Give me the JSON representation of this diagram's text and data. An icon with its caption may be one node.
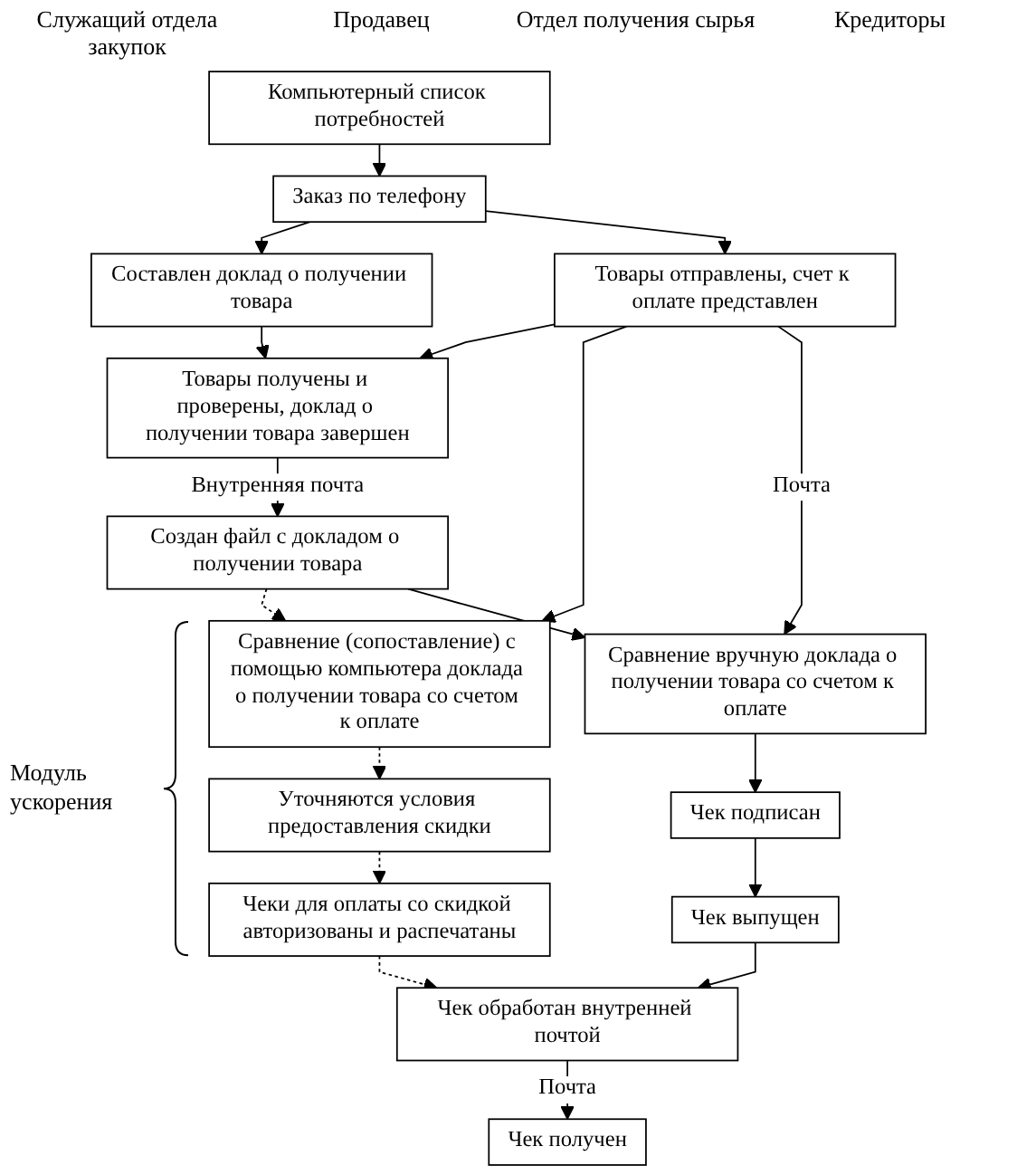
{
  "diagram": {
    "nodes": [
      {
        "text": [
          "Компьютерный список потребностей"
        ]
      },
      {
        "text": [
          "Заказ по телефону"
        ]
      },
      {
        "text": [
          "Составлен доклад о получении товара"
        ]
      },
      {
        "text": [
          "Товары отправлены, счет к оплате представлен"
        ]
      },
      {
        "text": [
          "Товары получены и проверены, доклад о получении товара завершен"
        ]
      },
      {
        "text": [
          "Создан файл с докладом о получении товара"
        ]
      },
      {
        "text": [
          "Сравнение (сопоставление) с помощью компьютера доклада о получении товара со счетом к оплате"
        ]
      },
      {
        "text": [
          "Сравнение вручную доклада о получении товара со счетом к оплате"
        ]
      },
      {
        "text": [
          "Уточняются условия предоставления скидки"
        ]
      },
      {
        "text": [
          "Чек подписан"
        ]
      },
      {
        "text": [
          "Чеки для оплаты со скидкой авторизованы и распечатаны"
        ]
      },
      {
        "text": [
          "Чек выпущен"
        ]
      },
      {
        "text": [
          "Чек обработан внутренней почтой"
        ]
      },
      {
        "text": [
          "Чек получен"
        ]
      }
    ],
    "edges": [
      {
        "from": 0,
        "to": 1,
        "arrow": "to"
      },
      {
        "from": 1,
        "to": 2,
        "arrow": "to"
      },
      {
        "from": 1,
        "to": 3,
        "arrow": "to"
      },
      {
        "from": 3,
        "to": 4,
        "arrow": "to"
      },
      {
        "from": 2,
        "to": 4,
        "arrow": "to"
      },
      {
        "from": 4,
        "to": 5,
        "arrow": "to",
        "label": "Внутренняя почта"
      },
      {
        "from": 3,
        "to": 6,
        "arrow": "to"
      },
      {
        "from": 3,
        "to": 7,
        "arrow": "to",
        "label": "Почта"
      },
      {
        "from": 5,
        "to": 6,
        "arrow": "to",
        "style": "dashed"
      },
      {
        "from": 5,
        "to": 7,
        "arrow": "to"
      },
      {
        "from": 6,
        "to": 8,
        "arrow": "to",
        "style": "dashed"
      },
      {
        "from": 8,
        "to": 10,
        "arrow": "to",
        "style": "dashed"
      },
      {
        "from": 7,
        "to": 9,
        "arrow": "to"
      },
      {
        "from": 9,
        "to": 11,
        "arrow": "to"
      },
      {
        "from": 11,
        "to": 12,
        "arrow": "to"
      },
      {
        "from": 10,
        "to": 12,
        "arrow": "to",
        "style": "dashed"
      },
      {
        "from": 12,
        "to": 13,
        "arrow": "to",
        "label": "Почта"
      }
    ],
    "labels": [
      "Служащий отдела закупок",
      "Продавец",
      "Отдел получения сырья",
      "Кредиторы",
      "Модуль ускорения"
    ]
  }
}
